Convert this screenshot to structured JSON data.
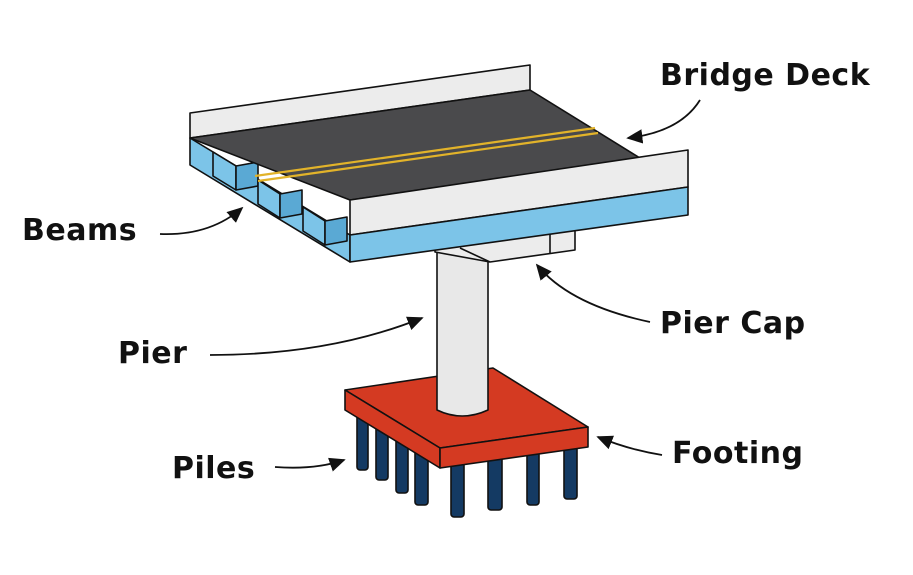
{
  "labels": {
    "bridge_deck": "Bridge Deck",
    "beams": "Beams",
    "pier_cap": "Pier Cap",
    "pier": "Pier",
    "piles": "Piles",
    "footing": "Footing"
  },
  "colors": {
    "road": "#4a4a4c",
    "barrier": "#ececec",
    "beam": "#7cc4e8",
    "stripe": "#e2b32a",
    "footing": "#d43a22",
    "pile": "#143a63",
    "pier": "#e8e8e8"
  }
}
